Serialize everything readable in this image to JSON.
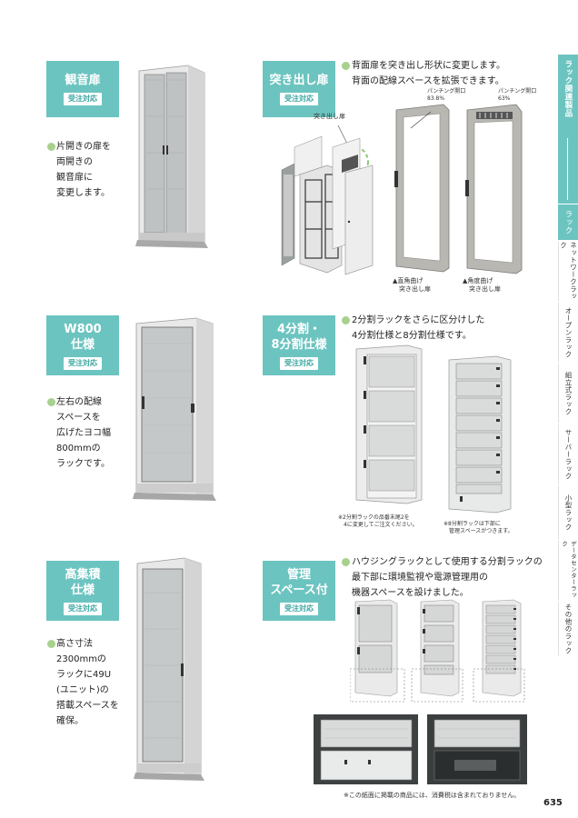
{
  "sections": [
    {
      "title": "観音扉",
      "badge": "受注対応",
      "description": "片開きの扉を\n両開きの\n観音扉に\n変更します。"
    },
    {
      "title": "突き出し扉",
      "badge": "受注対応",
      "description": "背面扉を突き出し形状に変更します。\n背面の配線スペースを拡張できます。",
      "callout": "突き出し扉",
      "door_left_label": "パンチング開口\n83.8%",
      "door_right_label": "パンチング開口\n63%",
      "door_left_caption": "▲直角曲げ\n　突き出し扉",
      "door_right_caption": "▲角度曲げ\n　突き出し扉"
    },
    {
      "title": "W800\n仕様",
      "badge": "受注対応",
      "description": "左右の配線\nスペースを\n広げたヨコ幅\n800mmの\nラックです。"
    },
    {
      "title": "4分割・\n8分割仕様",
      "badge": "受注対応",
      "description": "2分割ラックをさらに区分けした\n4分割仕様と8分割仕様です。",
      "note_left": "※2分割ラックの品番末尾2を\n　4に変更してご注文ください。",
      "note_right": "※8分割ラックは下部に\n　管理スペースがつきます。"
    },
    {
      "title": "高集積\n仕様",
      "badge": "受注対応",
      "description": "高さ寸法\n2300mmの\nラックに49U\n(ユニット)の\n搭載スペースを\n確保。"
    },
    {
      "title": "管理\nスペース付",
      "badge": "受注対応",
      "description": "ハウジングラックとして使用する分割ラックの\n最下部に環境監視や電源管理用の\n機器スペースを設けました。"
    }
  ],
  "footer": {
    "note": "※この紙面に掲載の商品には、消費税は含まれておりません。",
    "page_number": "635"
  },
  "side_nav": {
    "header": "ラック関連製品",
    "items": [
      "ラック",
      "ネットワークラック",
      "オープンラック",
      "組立式ラック",
      "サーバーラック",
      "小型ラック",
      "データセンターラック",
      "その他のラック"
    ],
    "active_index": 0
  },
  "colors": {
    "accent": "#6cc4c0",
    "bullet": "#a8d18d",
    "rack": "#e6e7e6"
  }
}
